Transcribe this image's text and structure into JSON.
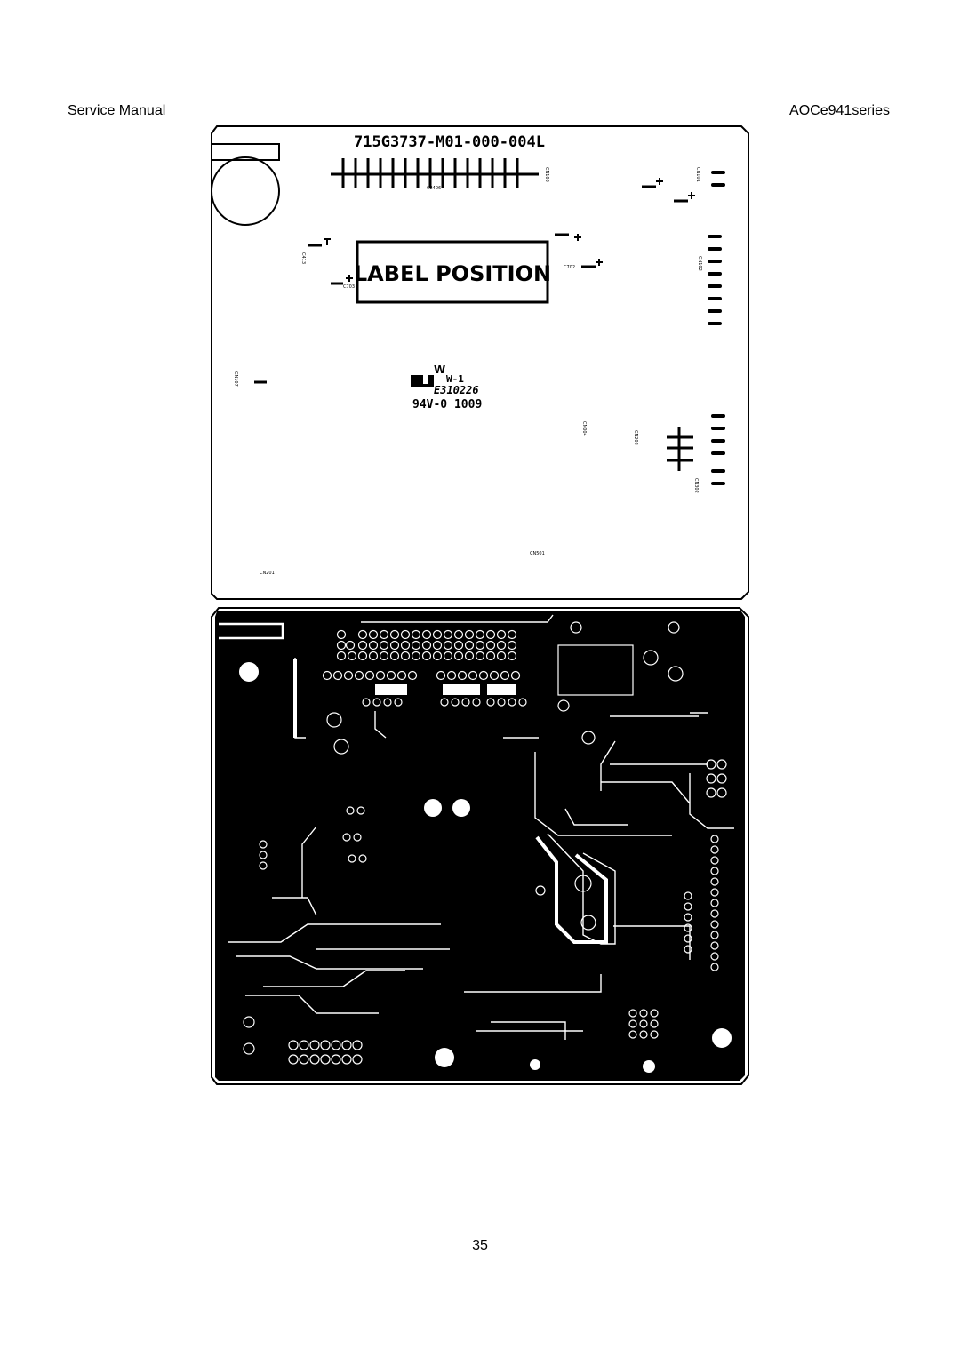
{
  "header": {
    "left": "Service Manual",
    "right": "AOCe941series"
  },
  "board": {
    "part_number": "715G3737-M01-000-004L",
    "label_box": "LABEL POSITION",
    "ul_mark": "W-1",
    "ul_file": "E310226",
    "flammability": "94V-0 1009",
    "refdes": [
      "C2406",
      "CN103",
      "C413",
      "C703",
      "C702",
      "CN101",
      "CN102",
      "CN107",
      "CN004",
      "CN202",
      "CN302",
      "CN501",
      "CN201"
    ]
  },
  "footer": {
    "page_number": "35"
  }
}
